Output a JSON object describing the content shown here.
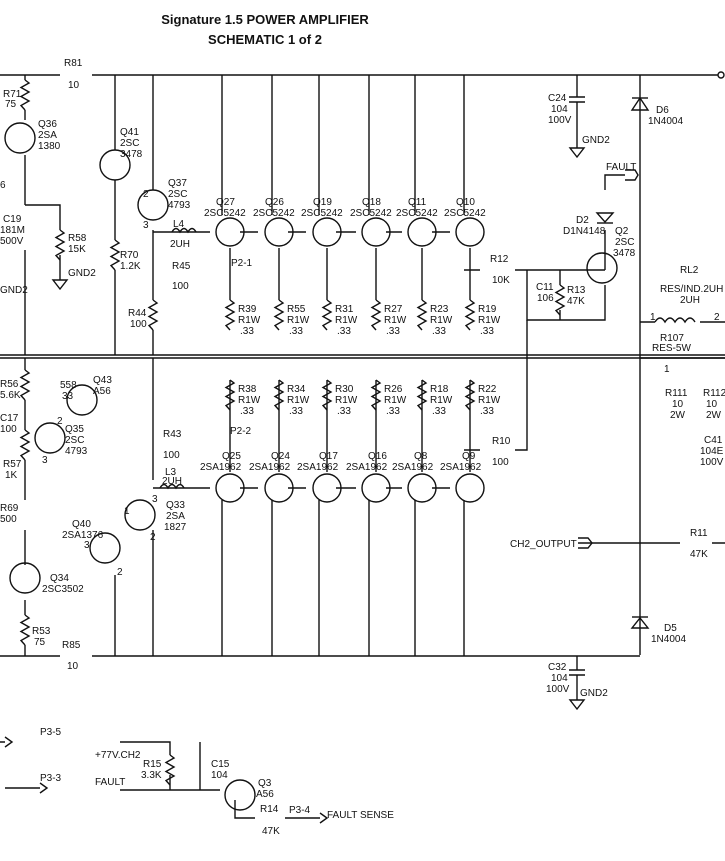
{
  "title": {
    "line1": "Signature 1.5 POWER AMPLIFIER",
    "line2": "SCHEMATIC 1 of 2"
  },
  "labels": {
    "gnd2": "GND2",
    "fault": "FAULT",
    "ch2_output": "CH2_OUTPUT",
    "fault_sense": "FAULT SENSE",
    "v77": "+77V.CH2",
    "p2_1": "P2-1",
    "p2_2": "P2-2",
    "p3_5": "P3-5",
    "p3_3": "P3-3",
    "p3_4": "P3-4",
    "edge_6": "6",
    "edge_gnd2": "GND2",
    "pin1": "1",
    "pin2": "2",
    "pin3": "3"
  },
  "components": {
    "R81": [
      "R81",
      "10"
    ],
    "R71": [
      "R71",
      "75"
    ],
    "Q36": [
      "Q36",
      "2SA",
      "1380"
    ],
    "C19": [
      "C19",
      "181M",
      "500V"
    ],
    "R58": [
      "R58",
      "15K"
    ],
    "Q41": [
      "Q41",
      "2SC",
      "3478"
    ],
    "Q37": [
      "Q37",
      "2SC",
      "4793"
    ],
    "L4": [
      "L4",
      "2UH"
    ],
    "R45": [
      "R45",
      "100"
    ],
    "R70": [
      "R70",
      "1.2K"
    ],
    "R44": [
      "R44",
      "100"
    ],
    "C24": [
      "C24",
      "104",
      "100V"
    ],
    "D6": [
      "D6",
      "1N4004"
    ],
    "D2": [
      "D2",
      "D1N4148"
    ],
    "Q2": [
      "Q2",
      "2SC",
      "3478"
    ],
    "R12": [
      "R12",
      "10K"
    ],
    "C11": [
      "C11",
      "106"
    ],
    "R13": [
      "R13",
      "47K"
    ],
    "RL2": [
      "RL2",
      "RES/IND.2UH",
      "2UH"
    ],
    "R107": [
      "R107",
      "RES-5W"
    ],
    "R111": [
      "R111",
      "10",
      "2W"
    ],
    "R112": [
      "R112",
      "10",
      "2W"
    ],
    "C41": [
      "C41",
      "104E",
      "100V"
    ],
    "R56": [
      "R56",
      "5.6K"
    ],
    "C17": [
      "C17",
      "100"
    ],
    "R558": [
      "558",
      "33"
    ],
    "Q43": [
      "Q43",
      "A56"
    ],
    "Q35": [
      "Q35",
      "2SC",
      "4793"
    ],
    "R57": [
      "R57",
      "1K"
    ],
    "R69": [
      "R69",
      "500"
    ],
    "Q40": [
      "Q40",
      "2SA1376"
    ],
    "Q34": [
      "Q34",
      "2SC3502"
    ],
    "R53": [
      "R53",
      "75"
    ],
    "R85": [
      "R85",
      "10"
    ],
    "R43": [
      "R43",
      "100"
    ],
    "L3": [
      "L3",
      "2UH"
    ],
    "Q33": [
      "Q33",
      "2SA",
      "1827"
    ],
    "R10": [
      "R10",
      "100"
    ],
    "R11": [
      "R11",
      "47K"
    ],
    "D5": [
      "D5",
      "1N4004"
    ],
    "C32": [
      "C32",
      "104",
      "100V"
    ],
    "R15": [
      "R15",
      "3.3K"
    ],
    "C15": [
      "C15",
      "104"
    ],
    "Q3": [
      "Q3",
      "A56"
    ],
    "R14": [
      "R14",
      "47K"
    ]
  },
  "npn_outputs": [
    {
      "ref": "Q27",
      "part": "2SC5242"
    },
    {
      "ref": "Q26",
      "part": "2SC5242"
    },
    {
      "ref": "Q19",
      "part": "2SC5242"
    },
    {
      "ref": "Q18",
      "part": "2SC5242"
    },
    {
      "ref": "Q11",
      "part": "2SC5242"
    },
    {
      "ref": "Q10",
      "part": "2SC5242"
    }
  ],
  "pnp_outputs": [
    {
      "ref": "Q25",
      "part": "2SA1962"
    },
    {
      "ref": "Q24",
      "part": "2SA1962"
    },
    {
      "ref": "Q17",
      "part": "2SA1962"
    },
    {
      "ref": "Q16",
      "part": "2SA1962"
    },
    {
      "ref": "Q8",
      "part": "2SA1962"
    },
    {
      "ref": "Q9",
      "part": "2SA1962"
    }
  ],
  "emitter_upper": [
    {
      "ref": "R39",
      "rating": "R1W",
      "value": ".33"
    },
    {
      "ref": "R55",
      "rating": "R1W",
      "value": ".33"
    },
    {
      "ref": "R31",
      "rating": "R1W",
      "value": ".33"
    },
    {
      "ref": "R27",
      "rating": "R1W",
      "value": ".33"
    },
    {
      "ref": "R23",
      "rating": "R1W",
      "value": ".33"
    },
    {
      "ref": "R19",
      "rating": "R1W",
      "value": ".33"
    }
  ],
  "emitter_lower": [
    {
      "ref": "R38",
      "rating": "R1W",
      "value": ".33"
    },
    {
      "ref": "R34",
      "rating": "R1W",
      "value": ".33"
    },
    {
      "ref": "R30",
      "rating": "R1W",
      "value": ".33"
    },
    {
      "ref": "R26",
      "rating": "R1W",
      "value": ".33"
    },
    {
      "ref": "R18",
      "rating": "R1W",
      "value": ".33"
    },
    {
      "ref": "R22",
      "rating": "R1W",
      "value": ".33"
    }
  ]
}
